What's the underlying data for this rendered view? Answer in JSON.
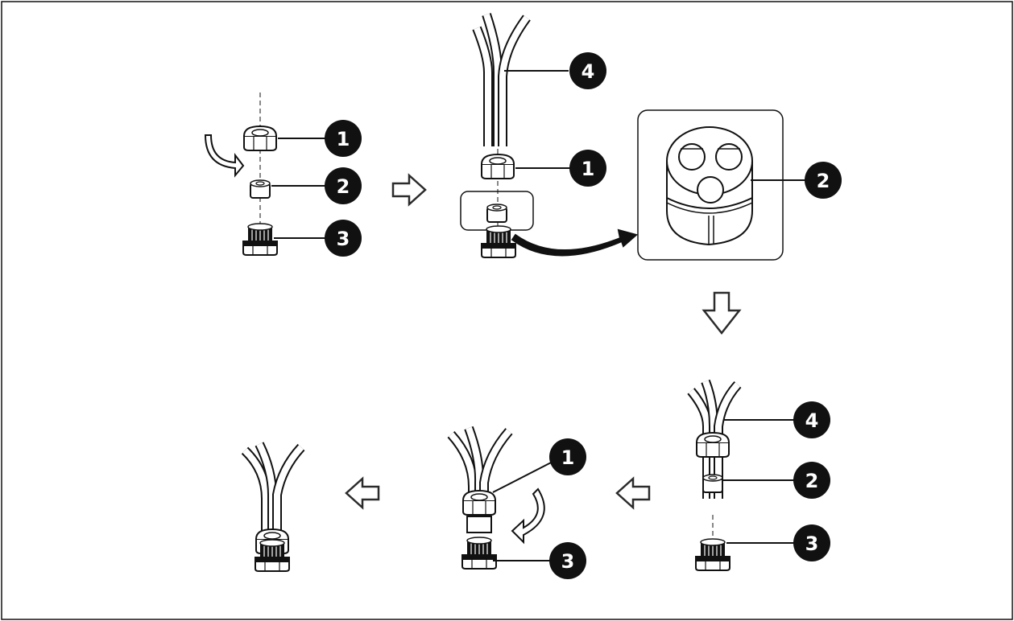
{
  "diagram": {
    "step1": {
      "callouts": [
        "1",
        "2",
        "3"
      ]
    },
    "step2": {
      "callouts": [
        "4",
        "1"
      ]
    },
    "detail": {
      "callouts": [
        "2"
      ]
    },
    "step3": {
      "callouts": [
        "4",
        "2",
        "3"
      ]
    },
    "step4": {
      "callouts": [
        "1",
        "3"
      ]
    },
    "colors": {
      "ink": "#111111",
      "outline": "#1a1a1a",
      "fill": "#ffffff",
      "arrow_ink": "#2b2b2b"
    }
  }
}
